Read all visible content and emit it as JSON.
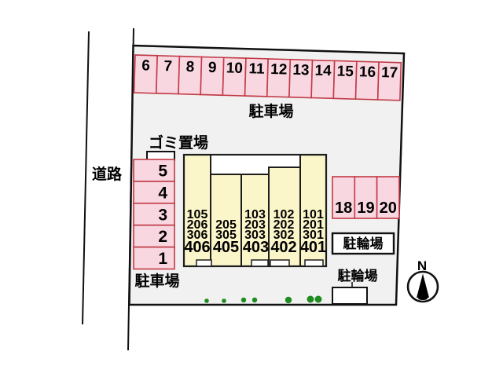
{
  "road": {
    "label": "道路"
  },
  "parking_top": {
    "label": "駐車場",
    "cells": [
      "6",
      "7",
      "8",
      "9",
      "10",
      "11",
      "12",
      "13",
      "14",
      "15",
      "16",
      "17"
    ]
  },
  "parking_left": {
    "label": "駐車場",
    "cells": [
      "5",
      "4",
      "3",
      "2",
      "1"
    ]
  },
  "parking_right": {
    "cells": [
      "18",
      "19",
      "20"
    ]
  },
  "garbage": {
    "label": "ゴミ置場"
  },
  "building": {
    "units": [
      {
        "lines": [
          "105",
          "206",
          "306"
        ],
        "ground": "406"
      },
      {
        "lines": [
          "205",
          "305"
        ],
        "ground": "405"
      },
      {
        "lines": [
          "103",
          "203",
          "303"
        ],
        "ground": "403"
      },
      {
        "lines": [
          "102",
          "202",
          "302"
        ],
        "ground": "402"
      },
      {
        "lines": [
          "101",
          "201",
          "301"
        ],
        "ground": "401"
      }
    ]
  },
  "bike_right": {
    "label": "駐輪場"
  },
  "bike_bottom": {
    "label": "駐輪場"
  },
  "compass": {
    "label": "N"
  },
  "colors": {
    "site_fill": "#f1f1f1",
    "outline": "#111111",
    "parking_fill": "#f9d7e1",
    "parking_border": "#c03a45",
    "building_fill": "#fbf5ca",
    "building_outline": "#1d1d1d",
    "tree_green": "#1f8c1f",
    "text": "#000000"
  }
}
